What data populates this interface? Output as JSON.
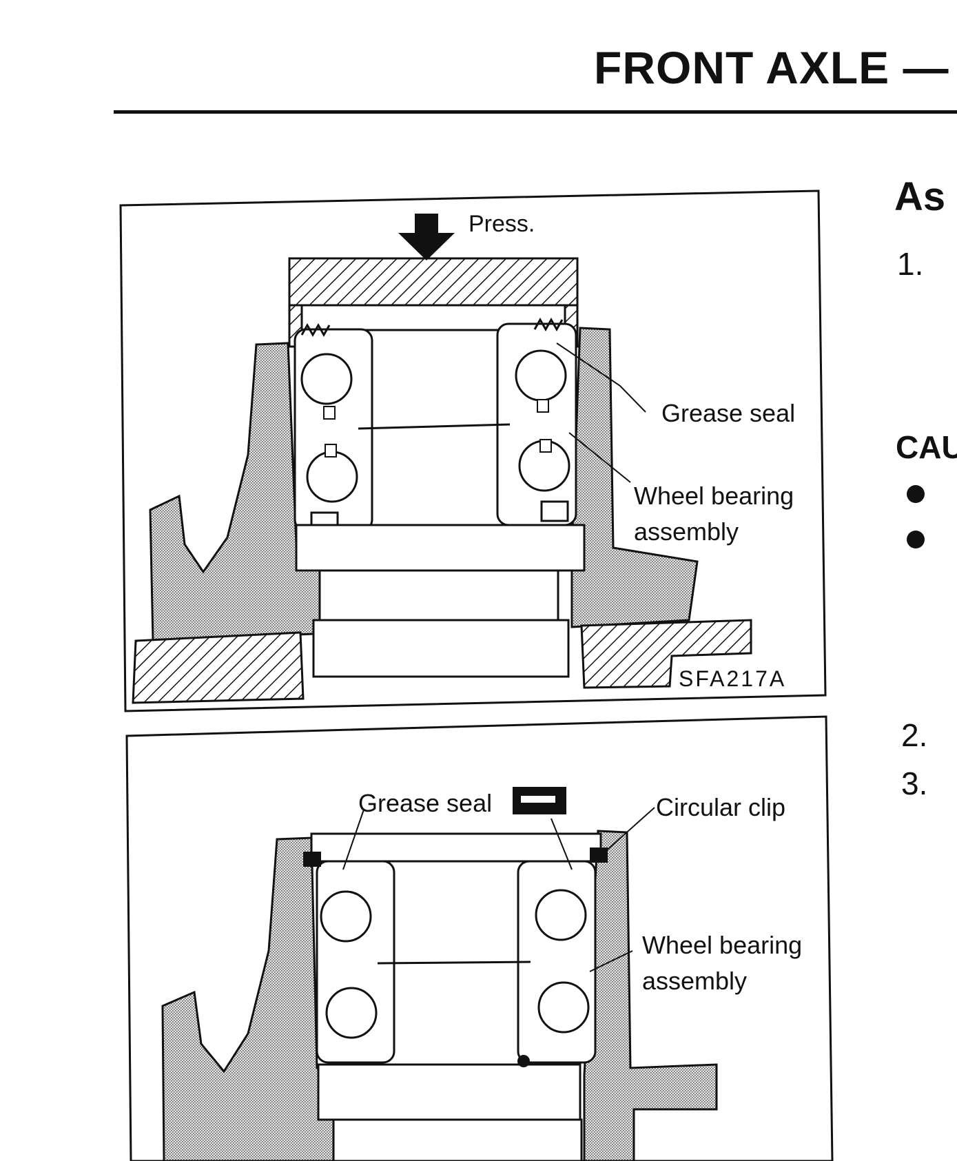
{
  "header": {
    "title": "FRONT AXLE —"
  },
  "right_column": {
    "section_heading": "As",
    "step_1": "1.",
    "caution_heading": "CAU",
    "step_2": "2.",
    "step_3": "3."
  },
  "figure_1": {
    "press_label": "Press.",
    "grease_seal_label": "Grease seal",
    "wheel_bearing_line1": "Wheel bearing",
    "wheel_bearing_line2": "assembly",
    "figure_code": "SFA217A"
  },
  "figure_2": {
    "grease_seal_label": "Grease seal",
    "circular_clip_label": "Circular clip",
    "wheel_bearing_line1": "Wheel bearing",
    "wheel_bearing_line2": "assembly"
  }
}
